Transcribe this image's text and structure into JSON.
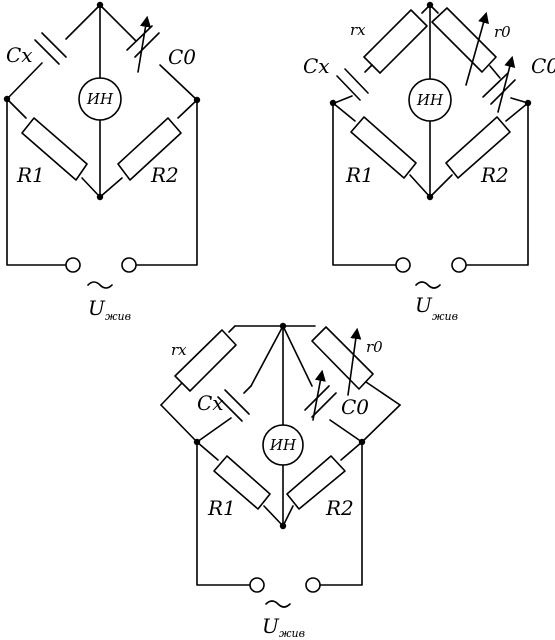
{
  "circuits": [
    {
      "labels": {
        "cx": "Cx",
        "c0": "C0",
        "r1": "R1",
        "r2": "R2",
        "meter": "ИН",
        "supply_main": "U",
        "supply_sub": "жив"
      }
    },
    {
      "labels": {
        "cx": "Cx",
        "c0": "C0",
        "rx": "rx",
        "r0": "r0",
        "r1": "R1",
        "r2": "R2",
        "meter": "ИН",
        "supply_main": "U",
        "supply_sub": "жив"
      }
    },
    {
      "labels": {
        "cx": "Cx",
        "c0": "C0",
        "rx": "rx",
        "r0": "r0",
        "r1": "R1",
        "r2": "R2",
        "meter": "ИН",
        "supply_main": "U",
        "supply_sub": "жив"
      }
    }
  ]
}
